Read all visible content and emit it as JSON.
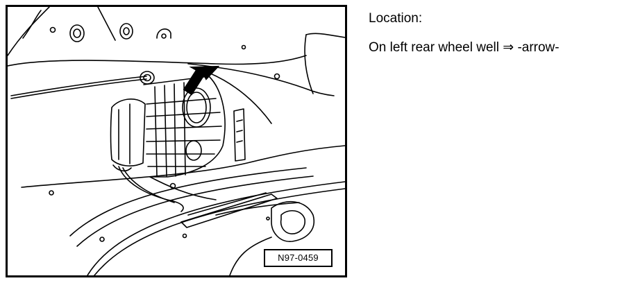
{
  "figure": {
    "id_label": "N97-0459",
    "arrow_icon": "pointer-arrow-icon"
  },
  "text": {
    "heading": "Location:",
    "location": "On left rear wheel well ⇒ -arrow-"
  }
}
